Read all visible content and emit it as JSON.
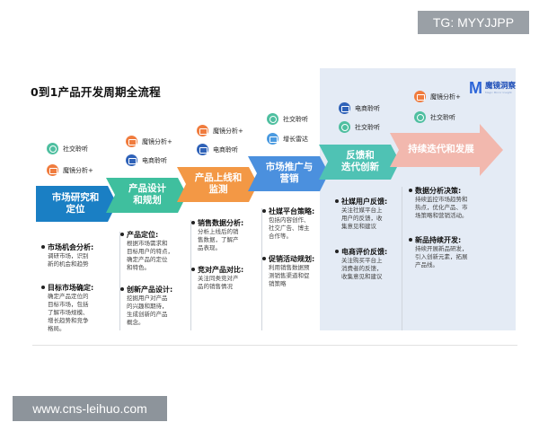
{
  "watermark_top": "TG: MYYJJPP",
  "watermark_bottom": "www.cns-leihuo.com",
  "title": "0到1产品开发周期全流程",
  "logo": {
    "name": "魔镜洞察",
    "sub": "Magic Mirror Insight"
  },
  "tools": {
    "social": "社交聆听",
    "mirror": "魔镜分析+",
    "ecom": "电商聆听",
    "growth": "增长雷达"
  },
  "steps": [
    {
      "line1": "市场研究和",
      "line2": "定位",
      "color": "#1a7fc4"
    },
    {
      "line1": "产品设计",
      "line2": "和规划",
      "color": "#3fbf9e"
    },
    {
      "line1": "产品上线和",
      "line2": "监测",
      "color": "#f39845"
    },
    {
      "line1": "市场推广与",
      "line2": "营销",
      "color": "#4b90de"
    },
    {
      "line1": "反馈和",
      "line2": "迭代创新",
      "color": "#4fc2b4"
    },
    {
      "line1": "持续迭代和发展",
      "line2": "",
      "color": "#f2b8ae"
    }
  ],
  "col1": [
    {
      "head": "市场机会分析:",
      "body": [
        "调研市场，识别",
        "新的机会和趋势"
      ]
    },
    {
      "head": "目标市场确定:",
      "body": [
        "确定产品定位的",
        "目标市场，包括",
        "了解市场规模、",
        "增长趋势和竞争",
        "格局。"
      ]
    }
  ],
  "col2": [
    {
      "head": "产品定位:",
      "body": [
        "根据市场需求和",
        "目标用户的特点，",
        "确定产品的定位",
        "和特色。"
      ]
    },
    {
      "head": "创新产品设计:",
      "body": [
        "挖掘用户对产品",
        "的兴趣和期待，",
        "生成创新的产品",
        "概念。"
      ]
    }
  ],
  "col3": [
    {
      "head": "销售数据分析:",
      "body": [
        "分析上线后的销",
        "售数据，了解产",
        "品表现。"
      ]
    },
    {
      "head": "竞对产品对比:",
      "body": [
        "关注同类竞对产",
        "品的销售情况"
      ]
    }
  ],
  "col4": [
    {
      "head": "社媒平台策略:",
      "body": [
        "包括内容创作、",
        "社交广告、博主",
        "合作等。"
      ]
    },
    {
      "head": "促销活动规划:",
      "body": [
        "利用销售数据预",
        "测销售渠道和促",
        "销策略"
      ]
    }
  ],
  "col5": [
    {
      "head": "社媒用户反馈:",
      "body": [
        "关注社媒平台上",
        "用户的反馈，收",
        "集意见和建议"
      ]
    },
    {
      "head": "电商评价反馈:",
      "body": [
        "关注购买平台上",
        "消费者的反馈，",
        "收集意见和建议"
      ]
    }
  ],
  "col6": [
    {
      "head": "数据分析决策:",
      "body": [
        "持续监控市场趋势和",
        "热点，优化产品、市",
        "场策略和营销活动。"
      ]
    },
    {
      "head": "新品持续开发:",
      "body": [
        "持续开展新品研发，",
        "引入创新元素，拓展",
        "产品线。"
      ]
    }
  ]
}
